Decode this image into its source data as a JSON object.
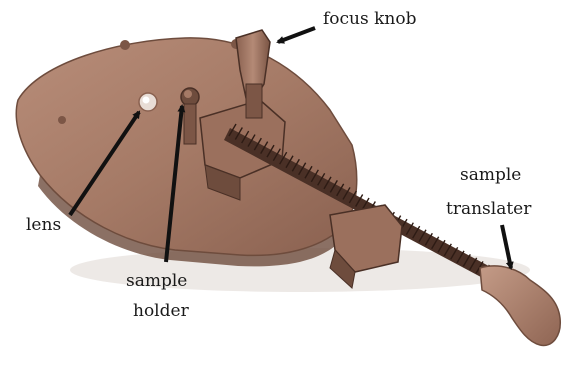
{
  "labels": {
    "focus_knob": "focus knob",
    "lens": "lens",
    "sample_holder": [
      "sample",
      "holder"
    ],
    "sample_translater": [
      "sample",
      "translater"
    ]
  },
  "colors": {
    "plate": "#a57a66",
    "plate_dark": "#6e4c3d",
    "plate_light": "#c8a08c",
    "screw": "#4a3026",
    "arrow": "#111111",
    "label_text": "#1a1a1a"
  }
}
